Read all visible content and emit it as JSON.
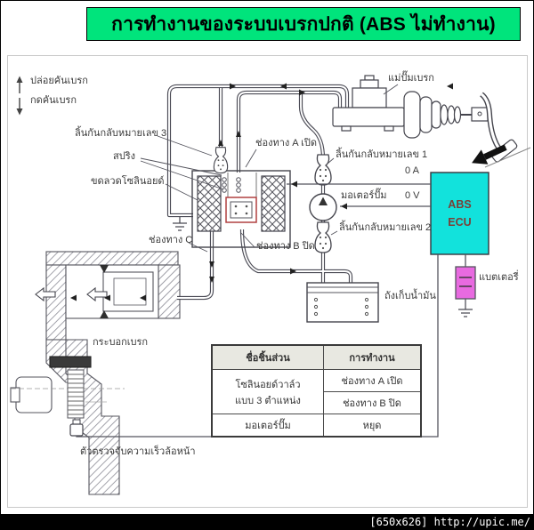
{
  "title": "การทำงานของระบบเบรกปกติ (ABS ไม่ทำงาน)",
  "legend": {
    "release_pedal": "ปล่อยคันเบรก",
    "press_pedal": "กดคันเบรก"
  },
  "labels": {
    "master_cylinder": "แม่ปั๊มเบรก",
    "check_valve_3": "ลิ้นกันกลับหมายเลข 3",
    "spring": "สปริง",
    "solenoid_coil": "ขดลวดโซลินอยด์",
    "passage_a": "ช่องทาง A เปิด",
    "check_valve_1": "ลิ้นกันกลับหมายเลข 1",
    "current": "0 A",
    "pump_motor": "มอเตอร์ปั๊ม",
    "voltage": "0 V",
    "passage_c": "ช่องทาง C",
    "passage_b": "ช่องทาง B ปิด",
    "check_valve_2": "ลิ้นกันกลับหมายเลข 2",
    "reservoir": "ถังเก็บน้ำมัน",
    "battery": "แบตเตอรี่",
    "brake_cylinder": "กระบอกเบรก",
    "wheel_speed_sensor": "ตัวตรวจจับความเร็วล้อหน้า",
    "ecu_line1": "ABS",
    "ecu_line2": "ECU"
  },
  "table": {
    "header_part": "ชื่อชิ้นส่วน",
    "header_operation": "การทำงาน",
    "solenoid_name_line1": "โซลินอยด์วาล์ว",
    "solenoid_name_line2": "แบบ 3 ตำแหน่ง",
    "solenoid_op_a": "ช่องทาง A เปิด",
    "solenoid_op_b": "ช่องทาง B ปิด",
    "motor_name": "มอเตอร์ปั๊ม",
    "motor_op": "หยุด"
  },
  "watermark": "[650x626] http://upic.me/",
  "colors": {
    "title_bg": "#00e47c",
    "ecu_bg": "#12e2dc",
    "battery_bg": "#e86ae0",
    "line": "#4b4b55"
  }
}
